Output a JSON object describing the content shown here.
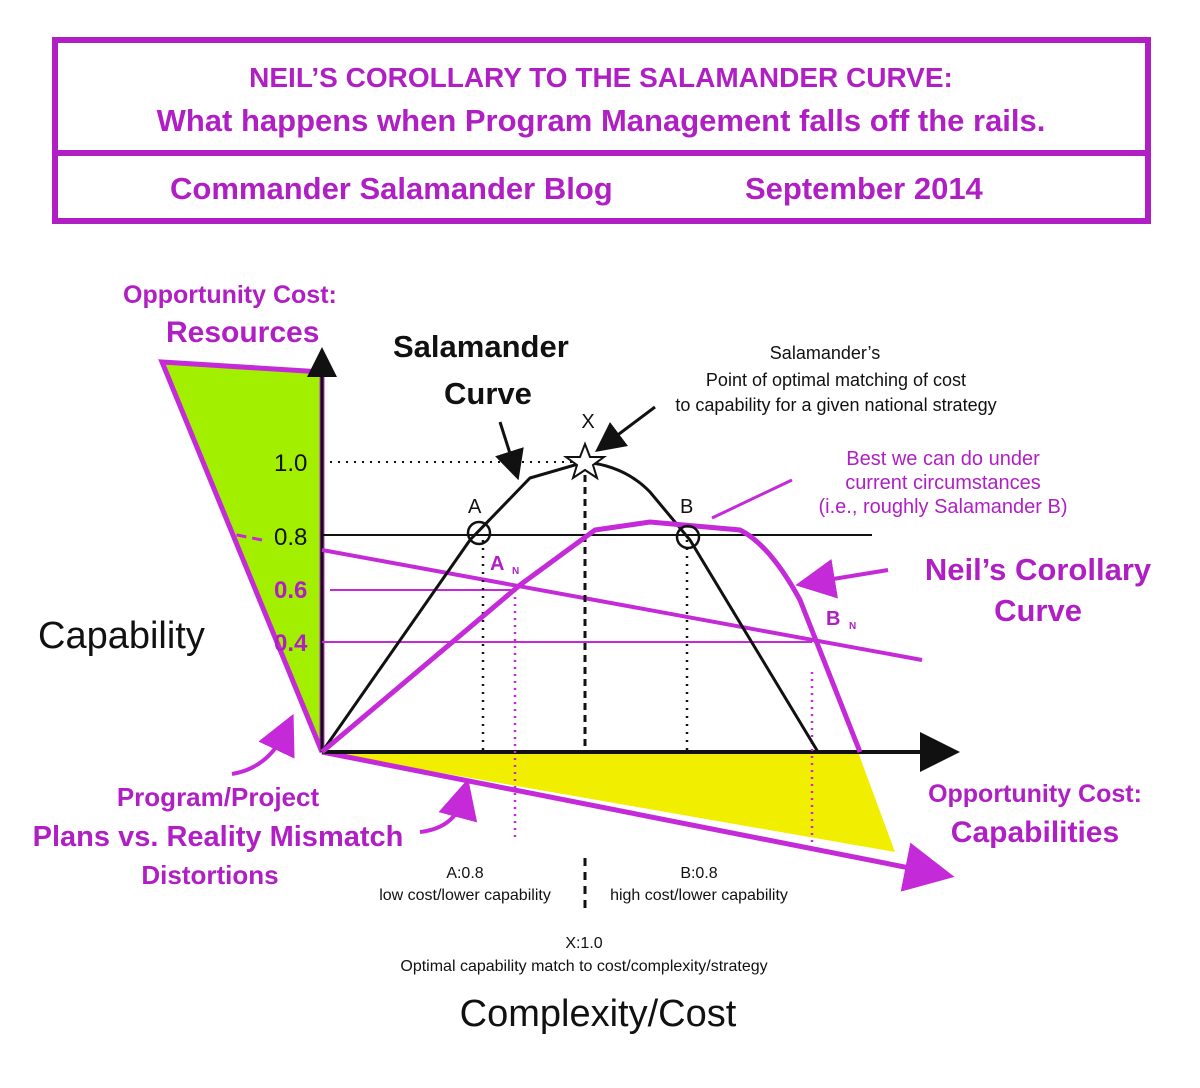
{
  "colors": {
    "magenta": "#b01fc4",
    "curve_magenta": "#c42ad8",
    "green_fill": "#a2f000",
    "yellow_fill": "#f2ee00",
    "black": "#111111"
  },
  "title": {
    "line1": "NEIL’S COROLLARY TO THE SALAMANDER CURVE:",
    "line2": "What happens when Program Management falls off the rails.",
    "blog": "Commander Salamander Blog",
    "date": "September 2014"
  },
  "labels": {
    "opportunity_cost_resources_1": "Opportunity Cost:",
    "opportunity_cost_resources_2": "Resources",
    "salamander_curve_1": "Salamander",
    "salamander_curve_2": "Curve",
    "optimal_point_1": "Salamander’s",
    "optimal_point_2": "Point of optimal matching of cost",
    "optimal_point_3": "to capability for a given national strategy",
    "x_marker": "X",
    "best_1": "Best we can do under",
    "best_2": "current circumstances",
    "best_3": "(i.e., roughly Salamander B)",
    "neils_1": "Neil’s Corollary",
    "neils_2": "Curve",
    "point_a": "A",
    "point_b": "B",
    "point_an": "A",
    "point_an_sub": "N",
    "point_bn": "B",
    "point_bn_sub": "N",
    "y_axis_label": "Capability",
    "x_axis_label": "Complexity/Cost",
    "program_1": "Program/Project",
    "program_2": "Plans vs. Reality Mismatch",
    "program_3": "Distortions",
    "opportunity_cost_capabilities_1": "Opportunity Cost:",
    "opportunity_cost_capabilities_2": "Capabilities",
    "a_note_1": "A:0.8",
    "a_note_2": "low cost/lower capability",
    "b_note_1": "B:0.8",
    "b_note_2": "high cost/lower capability",
    "x_note_1": "X:1.0",
    "x_note_2": "Optimal capability match to cost/complexity/strategy"
  },
  "y_ticks": {
    "t10": "1.0",
    "t08": "0.8",
    "t06": "0.6",
    "t04": "0.4"
  }
}
